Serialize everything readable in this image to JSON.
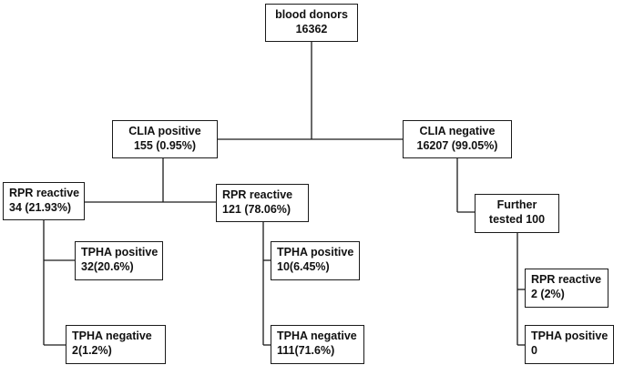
{
  "nodes": {
    "donors": {
      "line1": "blood donors",
      "line2": "16362"
    },
    "clia_pos": {
      "line1": "CLIA positive",
      "line2": "155 (0.95%)"
    },
    "clia_neg": {
      "line1": "CLIA negative",
      "line2": "16207 (99.05%)"
    },
    "rpr_a": {
      "line1": "RPR reactive",
      "line2": "34 (21.93%)"
    },
    "rpr_b": {
      "line1": "RPR reactive",
      "line2": "121 (78.06%)"
    },
    "further": {
      "line1": "Further",
      "line2": "tested 100"
    },
    "tpha_pos_a": {
      "line1": "TPHA positive",
      "line2": "32(20.6%)"
    },
    "tpha_neg_a": {
      "line1": "TPHA negative",
      "line2": "2(1.2%)"
    },
    "tpha_pos_b": {
      "line1": "TPHA positive",
      "line2": "10(6.45%)"
    },
    "tpha_neg_b": {
      "line1": "TPHA negative",
      "line2": "111(71.6%)"
    },
    "rpr_c": {
      "line1": "RPR reactive",
      "line2": "2 (2%)"
    },
    "tpha_pos_c": {
      "line1": "TPHA positive",
      "line2": "0"
    }
  },
  "colors": {
    "line": "#1a1a1a",
    "box_border": "#1a1a1a",
    "text": "#111111",
    "background": "#ffffff"
  }
}
